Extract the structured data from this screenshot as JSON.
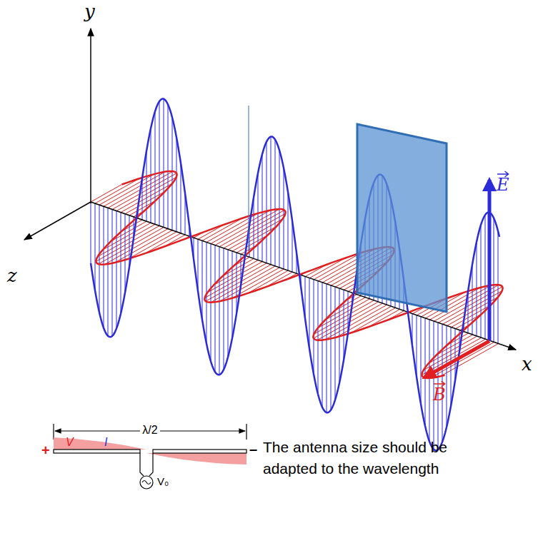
{
  "diagram": {
    "labels": [
      "y",
      "x",
      "z",
      "E",
      "B",
      "λ/2",
      "V",
      "I",
      "+",
      "–",
      "V₀",
      "The antenna size should be adapted to the wavelength"
    ]
  }
}
